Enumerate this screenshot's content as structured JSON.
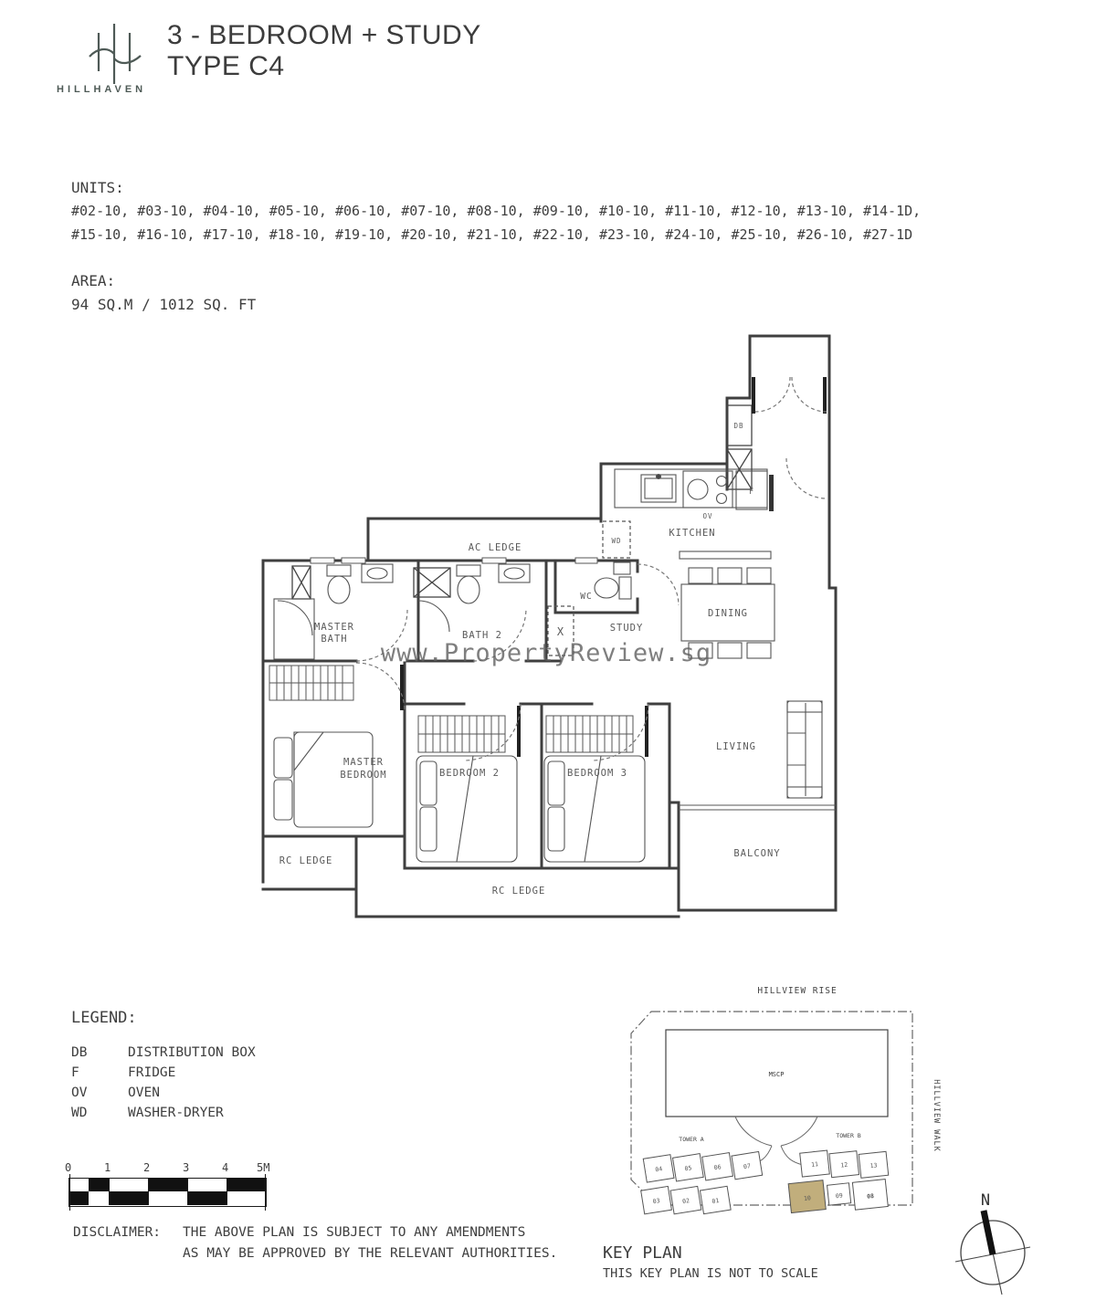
{
  "header": {
    "brand": "HILLHAVEN",
    "title_line1": "3 - BEDROOM + STUDY",
    "title_line2": "TYPE C4"
  },
  "units": {
    "label": "UNITS:",
    "line1": "#02-10, #03-10, #04-10, #05-10, #06-10, #07-10, #08-10, #09-10, #10-10, #11-10, #12-10, #13-10, #14-1D,",
    "line2": "#15-10, #16-10, #17-10, #18-10, #19-10, #20-10, #21-10, #22-10, #23-10, #24-10, #25-10, #26-10, #27-1D"
  },
  "area": {
    "label": "AREA:",
    "value": "94 SQ.M / 1012 SQ. FT"
  },
  "floorplan": {
    "watermark": "www.PropertyReview.sg",
    "labels": {
      "ac_ledge": "AC LEDGE",
      "kitchen": "KITCHEN",
      "wc": "WC",
      "study": "STUDY",
      "dining": "DINING",
      "bath2": "BATH 2",
      "master_bath_1": "MASTER",
      "master_bath_2": "BATH",
      "living": "LIVING",
      "balcony": "BALCONY",
      "master_bedroom_1": "MASTER",
      "master_bedroom_2": "BEDROOM",
      "bedroom2": "BEDROOM 2",
      "bedroom3": "BEDROOM 3",
      "rc_ledge_left": "RC LEDGE",
      "rc_ledge_bottom": "RC LEDGE",
      "db": "DB",
      "f": "F",
      "ov": "OV",
      "wd": "WD",
      "x": "X"
    }
  },
  "legend": {
    "label": "LEGEND:",
    "items": [
      {
        "abbr": "DB",
        "desc": "DISTRIBUTION BOX"
      },
      {
        "abbr": "F",
        "desc": "FRIDGE"
      },
      {
        "abbr": "OV",
        "desc": "OVEN"
      },
      {
        "abbr": "WD",
        "desc": "WASHER-DRYER"
      }
    ]
  },
  "scalebar": {
    "ticks": [
      "0",
      "1",
      "2",
      "3",
      "4",
      "5M"
    ]
  },
  "disclaimer": {
    "label": "DISCLAIMER:",
    "line1": "THE ABOVE PLAN IS SUBJECT TO ANY AMENDMENTS",
    "line2": "AS MAY BE APPROVED BY THE RELEVANT AUTHORITIES."
  },
  "keyplan": {
    "title": "KEY PLAN",
    "subtitle": "THIS KEY PLAN IS NOT TO SCALE",
    "road_top": "HILLVIEW RISE",
    "road_right": "HILLVIEW WALK",
    "mscp": "MSCP",
    "tower_a": {
      "label": "TOWER A",
      "units_top": [
        "04",
        "05",
        "06",
        "07"
      ],
      "units_bottom": [
        "03",
        "02",
        "01"
      ]
    },
    "tower_b": {
      "label": "TOWER B",
      "units_top": [
        "11",
        "12",
        "13"
      ],
      "units_bottom": [
        "10",
        "09",
        "08"
      ]
    },
    "highlighted_unit": "10",
    "highlight_color": "#c1ae7c"
  },
  "compass": {
    "north": "N"
  }
}
